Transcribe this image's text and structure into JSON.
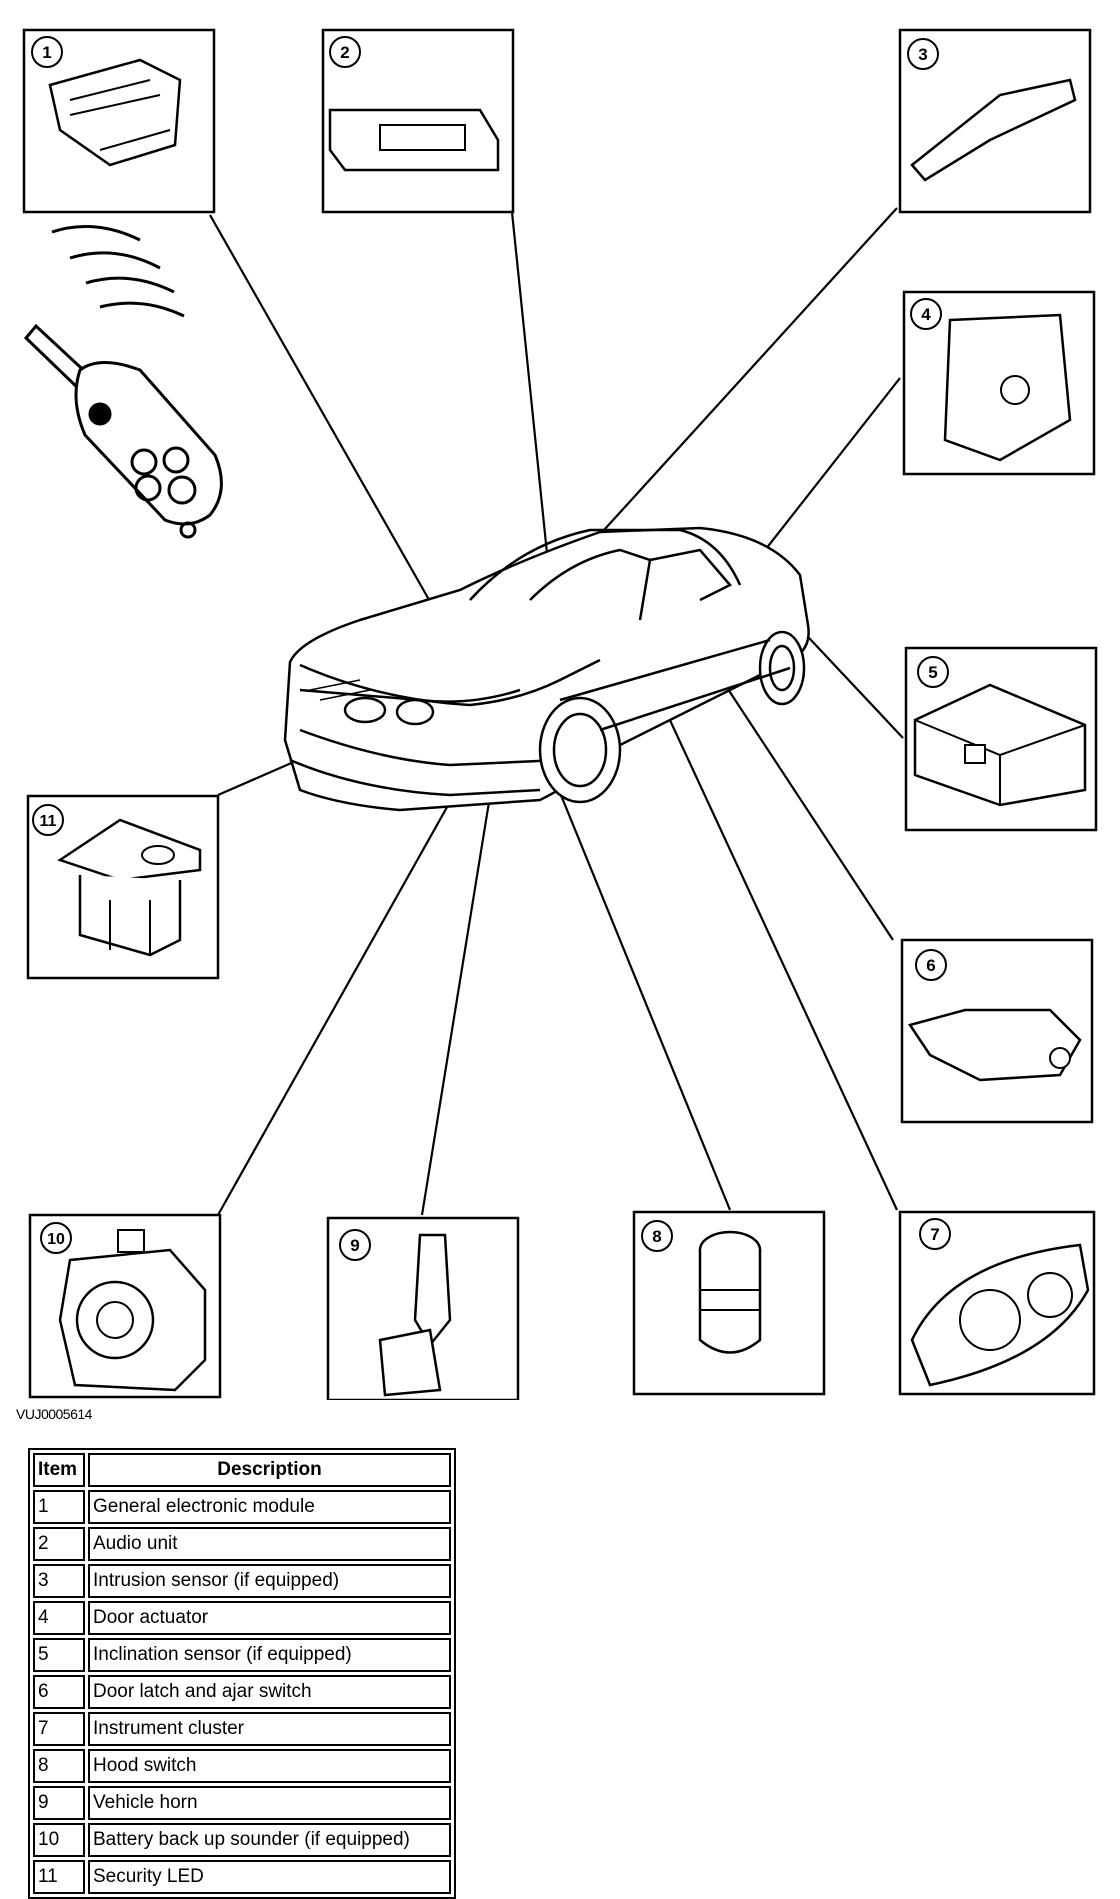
{
  "figure_id": "VUJ0005614",
  "callouts": [
    "1",
    "2",
    "3",
    "4",
    "5",
    "6",
    "7",
    "8",
    "9",
    "10",
    "11"
  ],
  "table": {
    "headers": [
      "Item",
      "Description"
    ],
    "rows": [
      [
        "1",
        "General electronic module"
      ],
      [
        "2",
        "Audio unit"
      ],
      [
        "3",
        "Intrusion sensor (if equipped)"
      ],
      [
        "4",
        "Door actuator"
      ],
      [
        "5",
        "Inclination sensor (if equipped)"
      ],
      [
        "6",
        "Door latch and ajar switch"
      ],
      [
        "7",
        "Instrument cluster"
      ],
      [
        "8",
        "Hood switch"
      ],
      [
        "9",
        "Vehicle horn"
      ],
      [
        "10",
        "Battery back up sounder (if equipped)"
      ],
      [
        "11",
        "Security LED"
      ]
    ]
  }
}
